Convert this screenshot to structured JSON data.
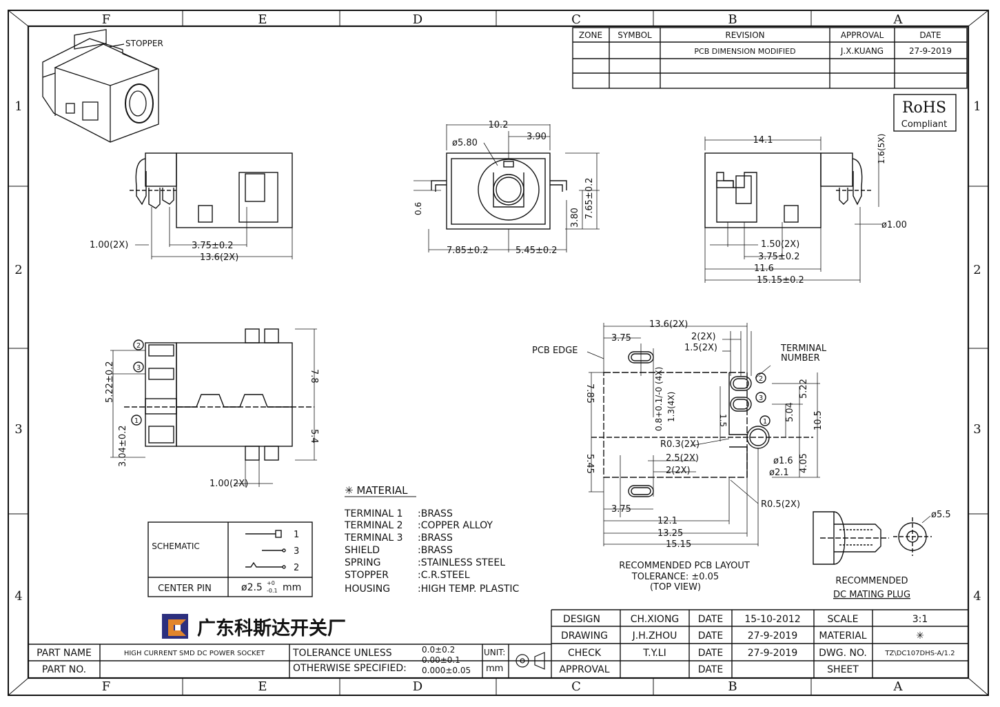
{
  "frame": {
    "columns_top": [
      "F",
      "E",
      "D",
      "C",
      "B",
      "A"
    ],
    "rows": [
      "1",
      "2",
      "3",
      "4"
    ]
  },
  "revision": {
    "headers": [
      "ZONE",
      "SYMBOL",
      "REVISION",
      "APPROVAL",
      "DATE"
    ],
    "row": [
      "",
      "",
      "PCB DIMENSION MODIFIED",
      "J.X.KUANG",
      "27-9-2019"
    ]
  },
  "rohs": {
    "line1": "RoHS",
    "line2": "Compliant"
  },
  "iso": {
    "stopper": "STOPPER"
  },
  "front_view": {
    "d1": "1.00(2X)",
    "d2": "3.75±0.2",
    "d3": "13.6(2X)"
  },
  "end_view": {
    "w": "10.2",
    "d390": "3.90",
    "dia": "ø5.80",
    "h06": "0.6",
    "h380": "3.80",
    "h765": "7.65±0.2",
    "b1": "7.85±0.2",
    "b2": "5.45±0.2"
  },
  "side_view": {
    "w": "14.1",
    "h": "1.6(5X)",
    "dia": "ø1.00",
    "d150": "1.50(2X)",
    "d375": "3.75±0.2",
    "d116": "11.6",
    "d1515": "15.15±0.2"
  },
  "bottom_view": {
    "pins": [
      "2",
      "3",
      "1"
    ],
    "v522": "5.22±0.2",
    "v304": "3.04±0.2",
    "v78": "7.8",
    "v54": "5.4",
    "b100": "1.00(2X)"
  },
  "pcb": {
    "edge": "PCB EDGE",
    "terminal": "TERMINAL",
    "number": "NUMBER",
    "t136": "13.6(2X)",
    "t375": "3.75",
    "t2": "2(2X)",
    "t15": "1.5(2X)",
    "v785": "7.85",
    "v545": "5.45",
    "slot1": "0.8+0.1/-0 (4X)",
    "slot2": "1.3(4X)",
    "v15": "1.5",
    "r03": "R0.3(2X)",
    "b25": "2.5(2X)",
    "b2": "2(2X)",
    "d16": "ø1.6",
    "d21": "ø2.1",
    "r05": "R0.5(2X)",
    "v522": "5.22",
    "v504": "5.04",
    "v105": "10.5",
    "v405": "4.05",
    "b375": "3.75",
    "b121": "12.1",
    "b1325": "13.25",
    "b1515": "15.15",
    "pins": [
      "2",
      "3",
      "1"
    ],
    "title": "RECOMMENDED PCB LAYOUT",
    "tol": "TOLERANCE: ±0.05",
    "view": "(TOP VIEW)"
  },
  "plug": {
    "dia": "ø5.5",
    "title1": "RECOMMENDED",
    "title2": "DC MATING PLUG"
  },
  "material": {
    "title": "✳ MATERIAL",
    "rows": [
      [
        "TERMINAL 1",
        ":BRASS"
      ],
      [
        "TERMINAL 2",
        ":COPPER ALLOY"
      ],
      [
        "TERMINAL 3",
        ":BRASS"
      ],
      [
        "SHIELD",
        ":BRASS"
      ],
      [
        "SPRING",
        ":STAINLESS STEEL"
      ],
      [
        "STOPPER",
        ":C.R.STEEL"
      ],
      [
        "HOUSING",
        ":HIGH TEMP. PLASTIC"
      ]
    ]
  },
  "schematic": {
    "label": "SCHEMATIC",
    "pin1": "1",
    "pin3": "3",
    "pin2": "2",
    "center_label": "CENTER PIN",
    "center_value": "ø2.5",
    "center_tol_up": "+0",
    "center_tol_dn": "-0.1",
    "center_unit": "mm"
  },
  "title_block": {
    "company": "广东科斯达开关厂",
    "part_name_label": "PART NAME",
    "part_name": "HIGH CURRENT SMD DC POWER SOCKET",
    "part_no_label": "PART NO.",
    "tol_label1": "TOLERANCE UNLESS",
    "tol_label2": "OTHERWISE SPECIFIED:",
    "tol_v1": "0.0±0.2",
    "tol_v2": "0.00±0.1",
    "tol_v3": "0.000±0.05",
    "unit_label": "UNIT:",
    "unit": "mm",
    "rows": [
      {
        "k": "DESIGN",
        "v": "CH.XIONG",
        "dk": "DATE",
        "dv": "15-10-2012",
        "ek": "SCALE",
        "ev": "3:1"
      },
      {
        "k": "DRAWING",
        "v": "J.H.ZHOU",
        "dk": "DATE",
        "dv": "27-9-2019",
        "ek": "MATERIAL",
        "ev": "✳"
      },
      {
        "k": "CHECK",
        "v": "T.Y.LI",
        "dk": "DATE",
        "dv": "27-9-2019",
        "ek": "DWG. NO.",
        "ev": "TZ\\DC107DHS-A/1.2"
      },
      {
        "k": "APPROVAL",
        "v": "",
        "dk": "DATE",
        "dv": "",
        "ek": "SHEET",
        "ev": ""
      }
    ]
  }
}
